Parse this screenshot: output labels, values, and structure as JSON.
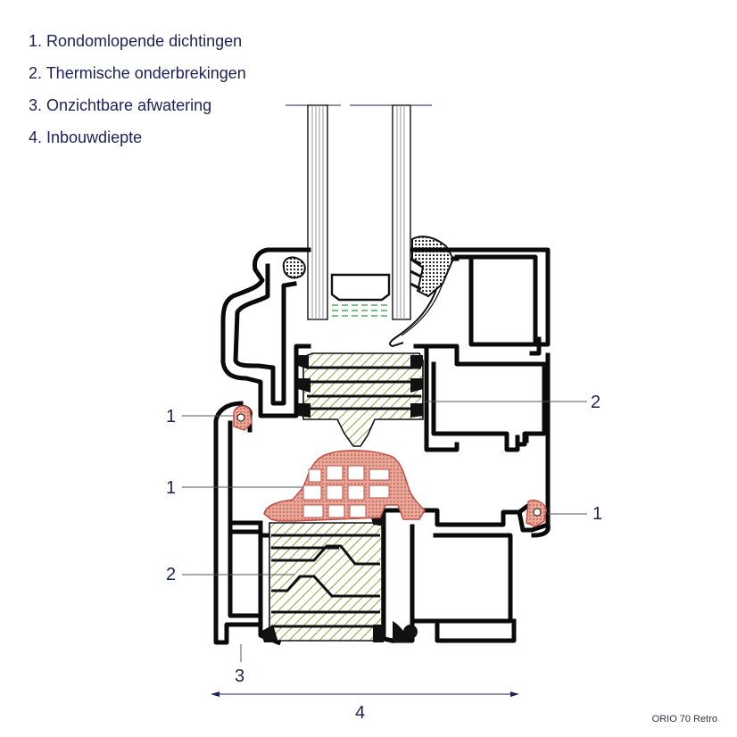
{
  "legend": {
    "items": [
      "1. Rondomlopende dichtingen",
      "2. Thermische onderbrekingen",
      "3. Onzichtbare afwatering",
      "4. Inbouwdiepte"
    ]
  },
  "callouts": {
    "seal_left_upper": "1",
    "seal_center": "1",
    "seal_right": "1",
    "thermal_right": "2",
    "thermal_left": "2",
    "drainage": "3",
    "depth": "4"
  },
  "product_label": "ORIO 70 Retro",
  "colors": {
    "ink": "#1b2156",
    "profile": "#0a0a0a",
    "seal_fill": "#e8a898",
    "seal_stroke": "#c0504a",
    "insulation_hatch": "#8da13c",
    "spacer_green": "#2a9a3a",
    "glass_line": "#999999",
    "dimension_line": "#1b2156"
  }
}
